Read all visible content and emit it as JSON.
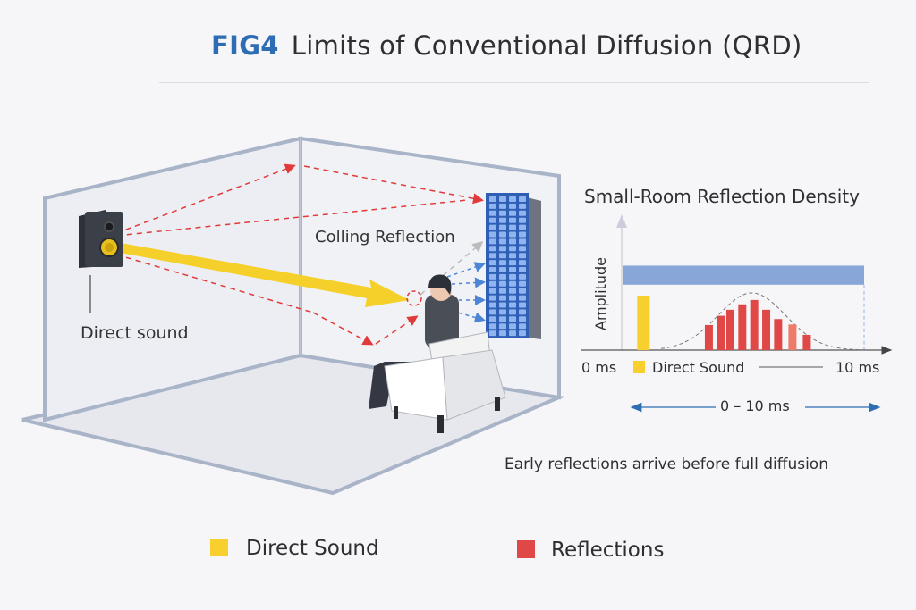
{
  "title": {
    "fig": "FIG4",
    "text": "Limits of Conventional Diffusion (QRD)"
  },
  "room": {
    "direct_sound_label": "Direct sound",
    "ceiling_reflection_label": "Colling Reflection"
  },
  "chart_data": {
    "type": "bar",
    "title": "Small-Room Reflection Density",
    "ylabel": "Amplitude",
    "xlabel": "",
    "x_unit": "ms",
    "xlim": [
      0,
      10
    ],
    "ylim": [
      0,
      1.6
    ],
    "tick_labels": {
      "start": "0 ms",
      "end": "10 ms"
    },
    "direct": {
      "name": "Direct Sound",
      "time": 0.2,
      "amplitude": 1.0,
      "color": "#f7cf2e"
    },
    "reflections": {
      "name": "Reflections",
      "color": "#e04848",
      "times": [
        3.2,
        3.7,
        4.1,
        4.6,
        5.1,
        5.6,
        6.1,
        6.7,
        7.3
      ],
      "amplitudes": [
        0.46,
        0.63,
        0.74,
        0.84,
        0.92,
        0.74,
        0.57,
        0.47,
        0.28
      ]
    },
    "diffusion_band": {
      "from": 0,
      "to": 9.7,
      "low": 1.2,
      "high": 1.55,
      "color": "#88a6d8"
    },
    "range_label": "0 – 10 ms",
    "annotation": "Early reflections arrive before full diffusion"
  },
  "legend": [
    {
      "label": "Direct Sound",
      "color": "#f7cf2e"
    },
    {
      "label": "Reflections",
      "color": "#e04848"
    }
  ]
}
